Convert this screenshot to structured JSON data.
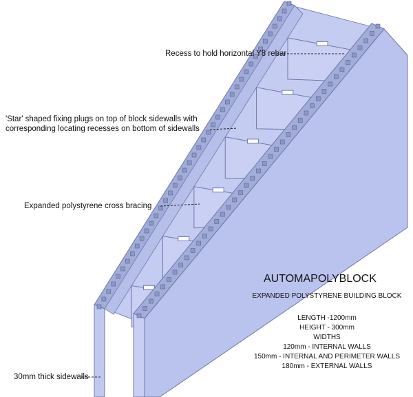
{
  "labels": {
    "rebar_recess": "Recess to hold horizontal Y8 rebar",
    "star_plugs_line1": "'Star' shaped fixing plugs on top of block sidewalls with",
    "star_plugs_line2": "corresponding locating recesses on bottom of sidewalls",
    "cross_bracing": "Expanded polystyrene cross bracing",
    "sidewalls": "30mm thick sidewalls"
  },
  "product": {
    "name": "AUTOMAPOLYBLOCK",
    "subtitle": "EXPANDED POLYSTYRENE BUILDING BLOCK",
    "length": "LENGTH -1200mm",
    "height": "HEIGHT -  300mm",
    "widths_heading": "WIDTHS",
    "widths": [
      "120mm - INTERNAL WALLS",
      "150mm - INTERNAL AND PERIMETER WALLS",
      "180mm - EXTERNAL WALLS"
    ]
  },
  "colors": {
    "block_face": "#b9c3ee",
    "block_top": "#a7b1e0",
    "edge": "#6f78a8"
  }
}
